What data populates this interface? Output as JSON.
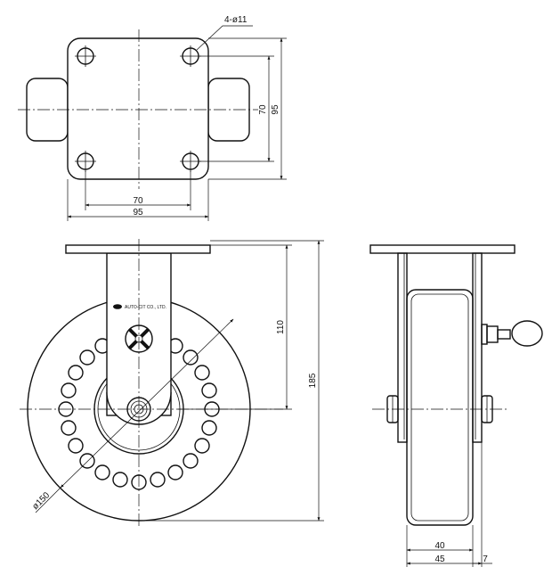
{
  "drawing": {
    "top_view": {
      "hole_callout": "4-ø11",
      "dim_hole_spacing_h": "70",
      "dim_plate_width": "95",
      "dim_hole_spacing_v": "70",
      "dim_plate_height": "95"
    },
    "side_view": {
      "maker_mark": "AUTO-CIT CO., LTD.",
      "dim_wheel_diameter": "ø150",
      "dim_axle_height": "110",
      "dim_overall_height": "185"
    },
    "front_view": {
      "dim_wheel_width": "40",
      "dim_bracket_width": "45",
      "dim_plate_thickness": "7"
    },
    "colors": {
      "line": "#111111",
      "background": "#ffffff"
    }
  }
}
